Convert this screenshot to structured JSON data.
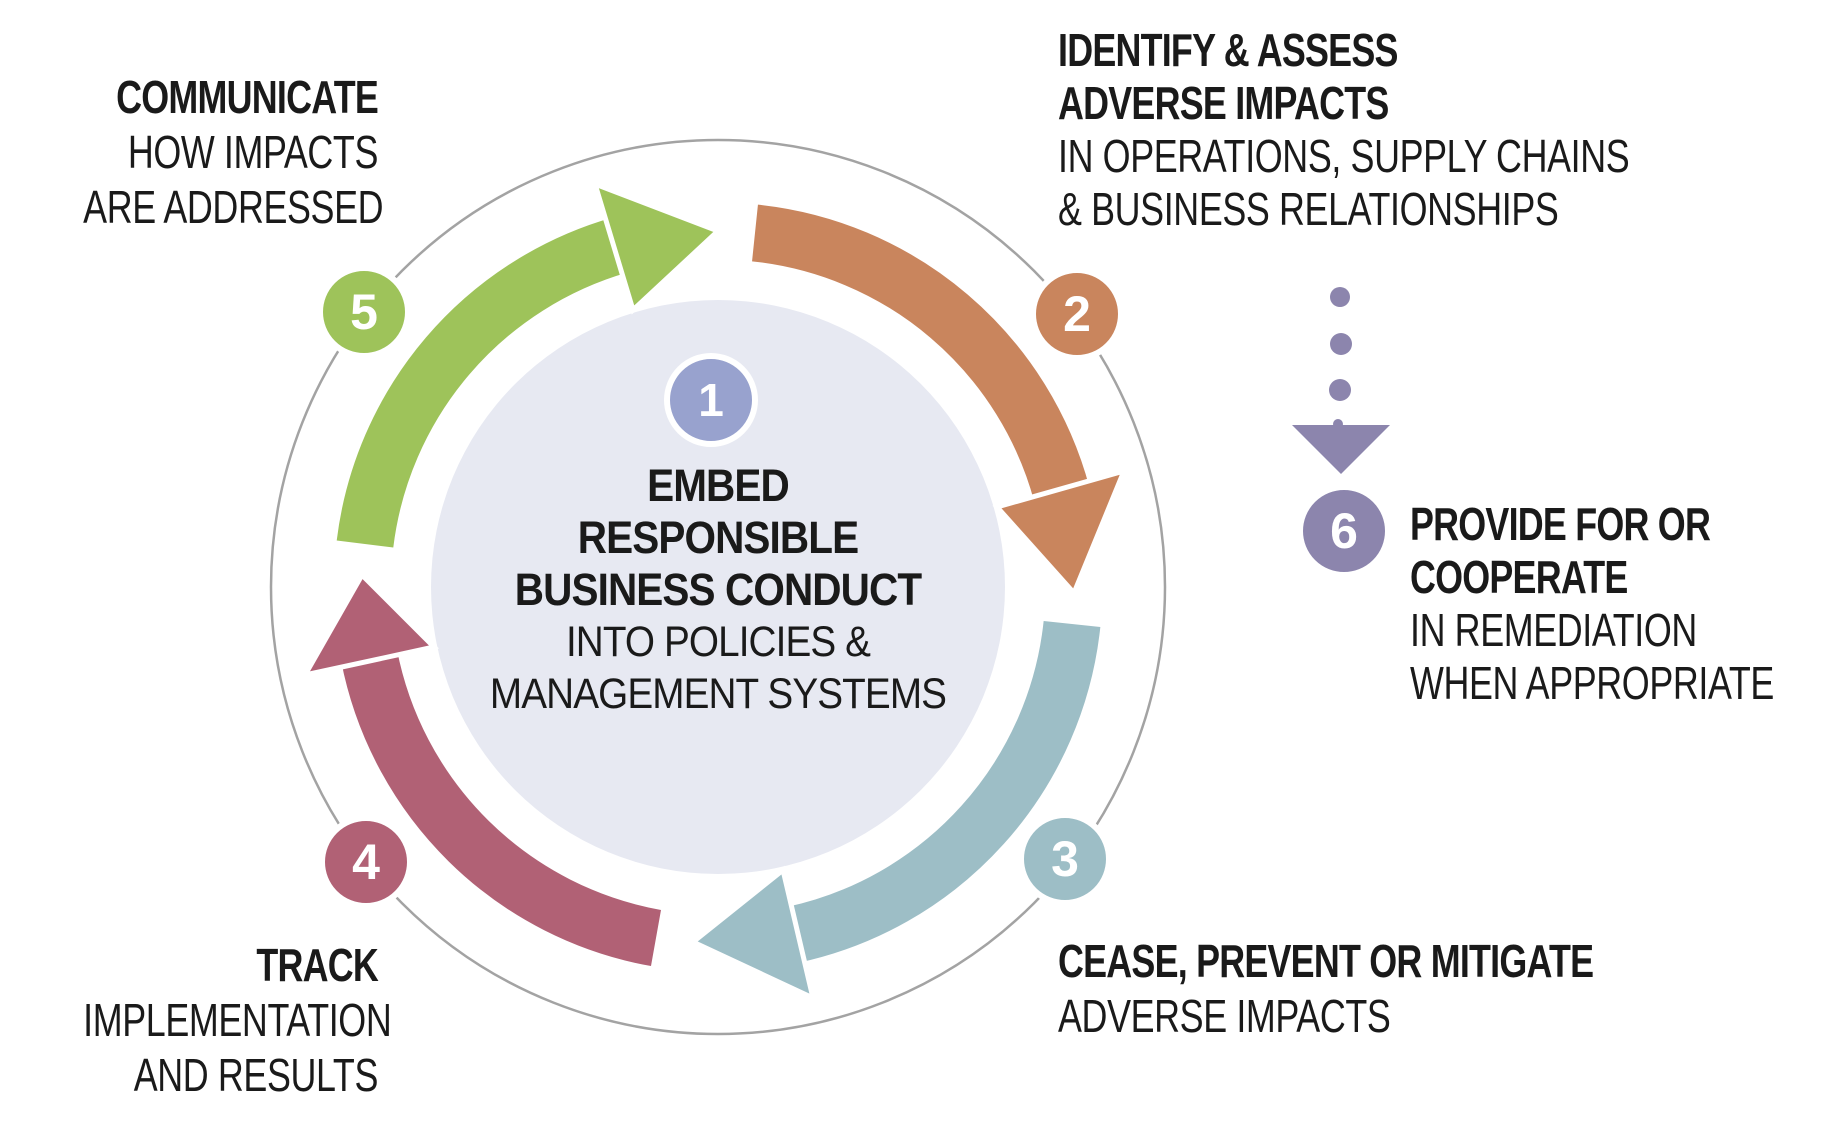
{
  "diagram": {
    "center": {
      "number": "1",
      "lines": [
        "EMBED",
        "RESPONSIBLE",
        "BUSINESS CONDUCT"
      ],
      "sub_lines": [
        "INTO POLICIES &",
        "MANAGEMENT SYSTEMS"
      ]
    },
    "steps": [
      {
        "number": "2",
        "title_lines": [
          "IDENTIFY & ASSESS",
          "ADVERSE IMPACTS"
        ],
        "sub_lines": [
          "IN OPERATIONS, SUPPLY CHAINS",
          "& BUSINESS RELATIONSHIPS"
        ],
        "color": "#c9855d"
      },
      {
        "number": "3",
        "title_lines": [
          "CEASE, PREVENT OR MITIGATE"
        ],
        "sub_lines": [
          "ADVERSE IMPACTS"
        ],
        "color": "#9dbec6"
      },
      {
        "number": "4",
        "title_lines": [
          "TRACK"
        ],
        "sub_lines": [
          "IMPLEMENTATION",
          "AND RESULTS"
        ],
        "color": "#b16175"
      },
      {
        "number": "5",
        "title_lines": [
          "COMMUNICATE"
        ],
        "sub_lines": [
          "HOW IMPACTS",
          "ARE ADDRESSED"
        ],
        "color": "#9ec35a"
      },
      {
        "number": "6",
        "title_lines": [
          "PROVIDE FOR OR",
          "COOPERATE"
        ],
        "sub_lines": [
          "IN REMEDIATION",
          "WHEN APPROPRIATE"
        ],
        "color": "#8c85ad"
      }
    ],
    "colors": {
      "step1": "#98a2ce",
      "step2": "#c9855d",
      "step3": "#9dbec6",
      "step4": "#b16175",
      "step5": "#9ec35a",
      "step6": "#8c85ad",
      "inner_circle": "#e7e9f2",
      "ring_gray": "#a3a3a3",
      "text": "#1a1a1a",
      "background": "#ffffff"
    }
  }
}
